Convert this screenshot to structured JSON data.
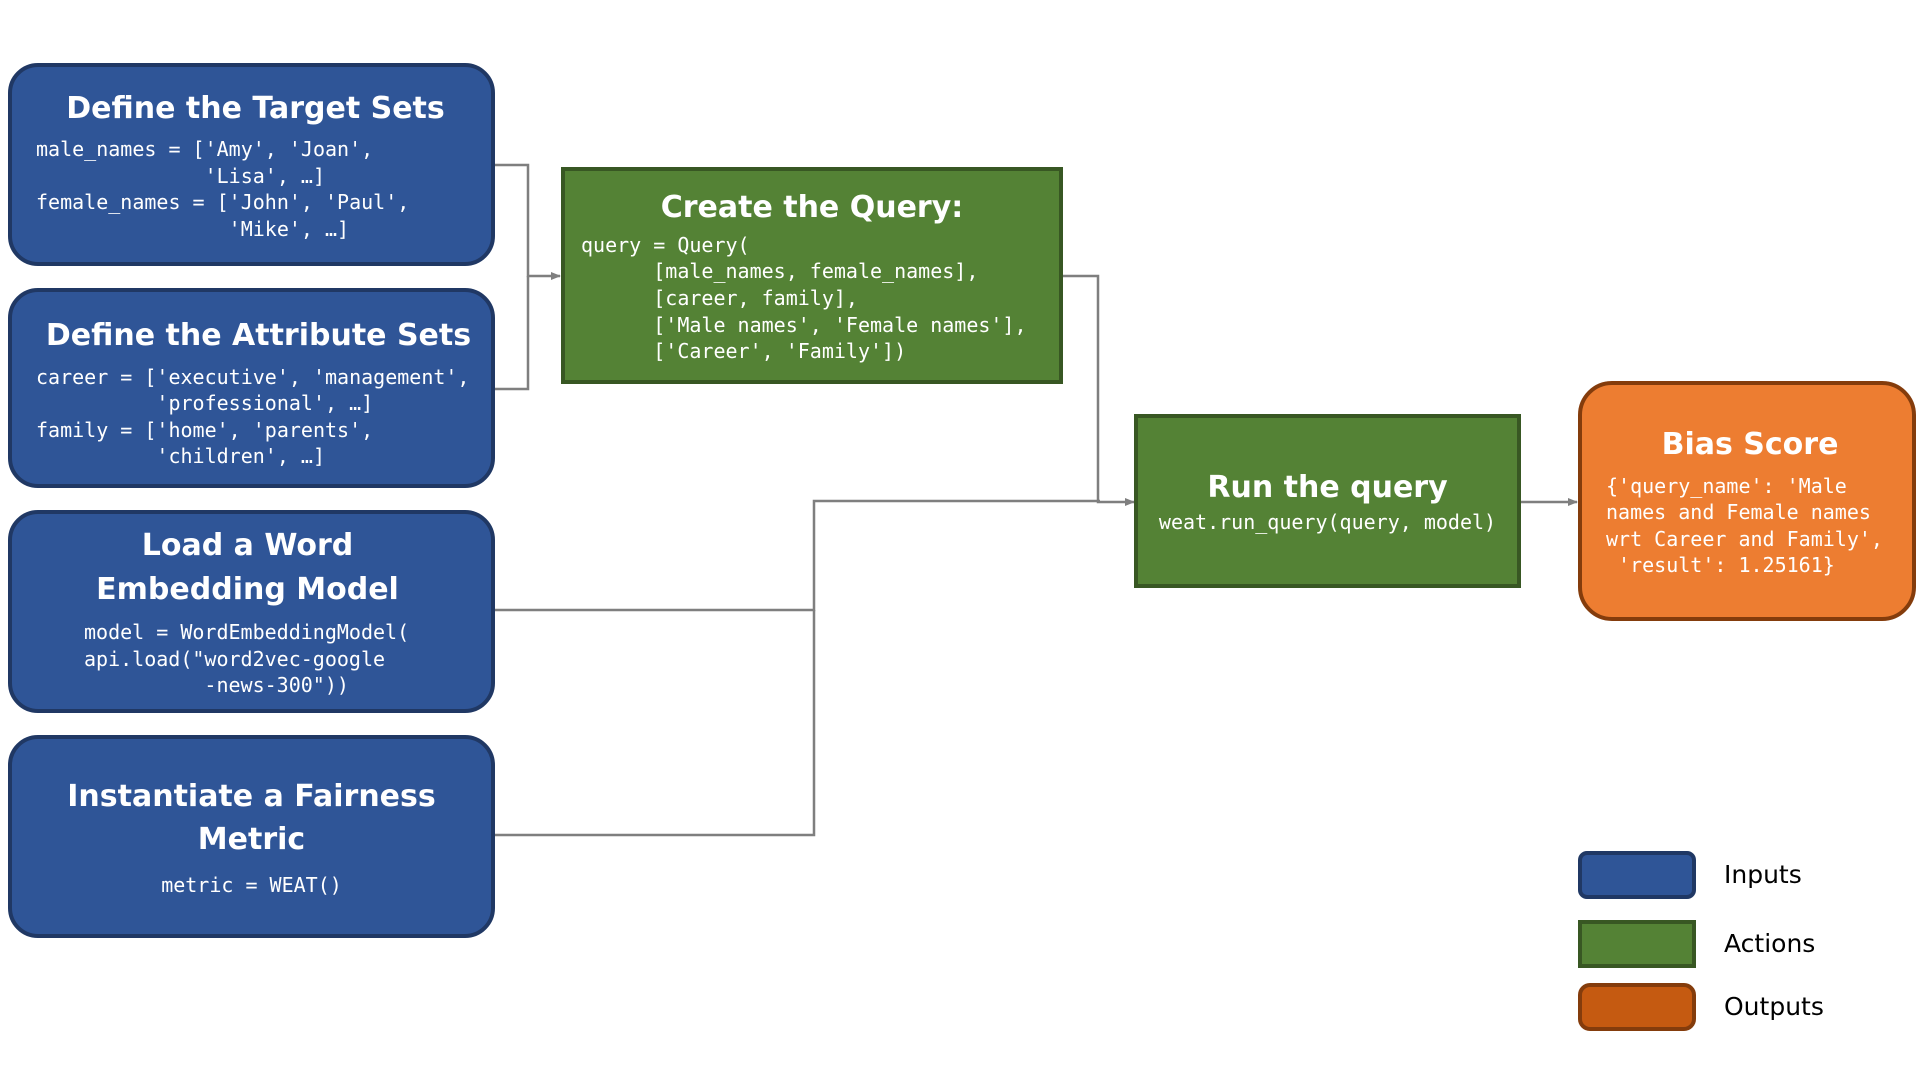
{
  "inputs": {
    "target_sets": {
      "title": "Define the Target Sets",
      "code": "male_names = ['Amy', 'Joan',\n              'Lisa', …]\nfemale_names = ['John', 'Paul',\n                'Mike', …]"
    },
    "attribute_sets": {
      "title": "Define the Attribute Sets",
      "code": "career = ['executive', 'management',\n          'professional', …]\nfamily = ['home', 'parents',\n          'children', …]"
    },
    "embedding_model": {
      "title": "Load a Word Embedding Model",
      "code": "model = WordEmbeddingModel(\napi.load(\"word2vec-google\n          -news-300\"))"
    },
    "fairness_metric": {
      "title": "Instantiate a Fairness Metric",
      "code": "metric = WEAT()"
    }
  },
  "actions": {
    "create_query": {
      "title": "Create the Query:",
      "code": "query = Query(\n      [male_names, female_names],\n      [career, family],\n      ['Male names', 'Female names'],\n      ['Career', 'Family'])"
    },
    "run_query": {
      "title": "Run the query",
      "code": "weat.run_query(query, model)"
    }
  },
  "outputs": {
    "bias_score": {
      "title": "Bias Score",
      "code": "{'query_name': 'Male\nnames and Female names\nwrt Career and Family',\n 'result': 1.25161}"
    }
  },
  "legend": [
    {
      "label": "Inputs",
      "fill": "#2f5597",
      "border": "#203864"
    },
    {
      "label": "Actions",
      "fill": "#548235",
      "border": "#385723"
    },
    {
      "label": "Outputs",
      "fill": "#c55a11",
      "border": "#843c0c"
    }
  ],
  "colors": {
    "input": "#2f5597",
    "action": "#548235",
    "output": "#ed7d31",
    "connector": "#7f7f7f"
  }
}
